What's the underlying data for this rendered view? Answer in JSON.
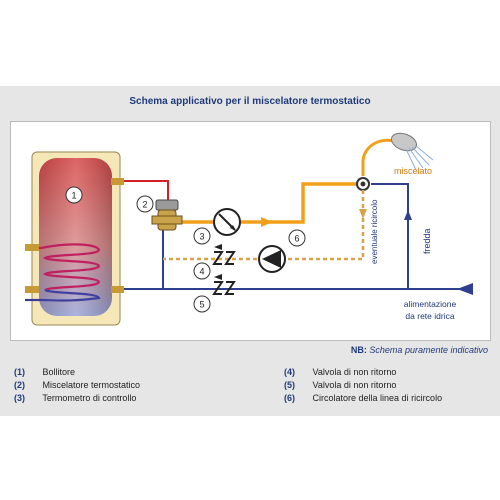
{
  "title": "Schema applicativo per il miscelatore termostatico",
  "note": {
    "prefix": "NB:",
    "text": "Schema puramente indicativo"
  },
  "diagram_labels": {
    "miscelato": "miscelato",
    "eventuale_ricircolo": "eventuale ricircolo",
    "fredda": "fredda",
    "alimentazione_line1": "alimentazione",
    "alimentazione_line2": "da rete idrica",
    "markers": [
      "1",
      "2",
      "3",
      "4",
      "5",
      "6"
    ]
  },
  "legend": [
    {
      "num": "(1)",
      "label": "Bollitore"
    },
    {
      "num": "(2)",
      "label": "Miscelatore termostatico"
    },
    {
      "num": "(3)",
      "label": "Termometro di controllo"
    },
    {
      "num": "(4)",
      "label": "Valvola di non ritorno"
    },
    {
      "num": "(5)",
      "label": "Valvola di non ritorno"
    },
    {
      "num": "(6)",
      "label": "Circolatore della linea di ricircolo"
    }
  ],
  "colors": {
    "hot": "#d4202a",
    "mixed": "#f2a01c",
    "cold": "#2e3f8f",
    "recirc": "#d8a24a",
    "title": "#1f3a7a"
  }
}
